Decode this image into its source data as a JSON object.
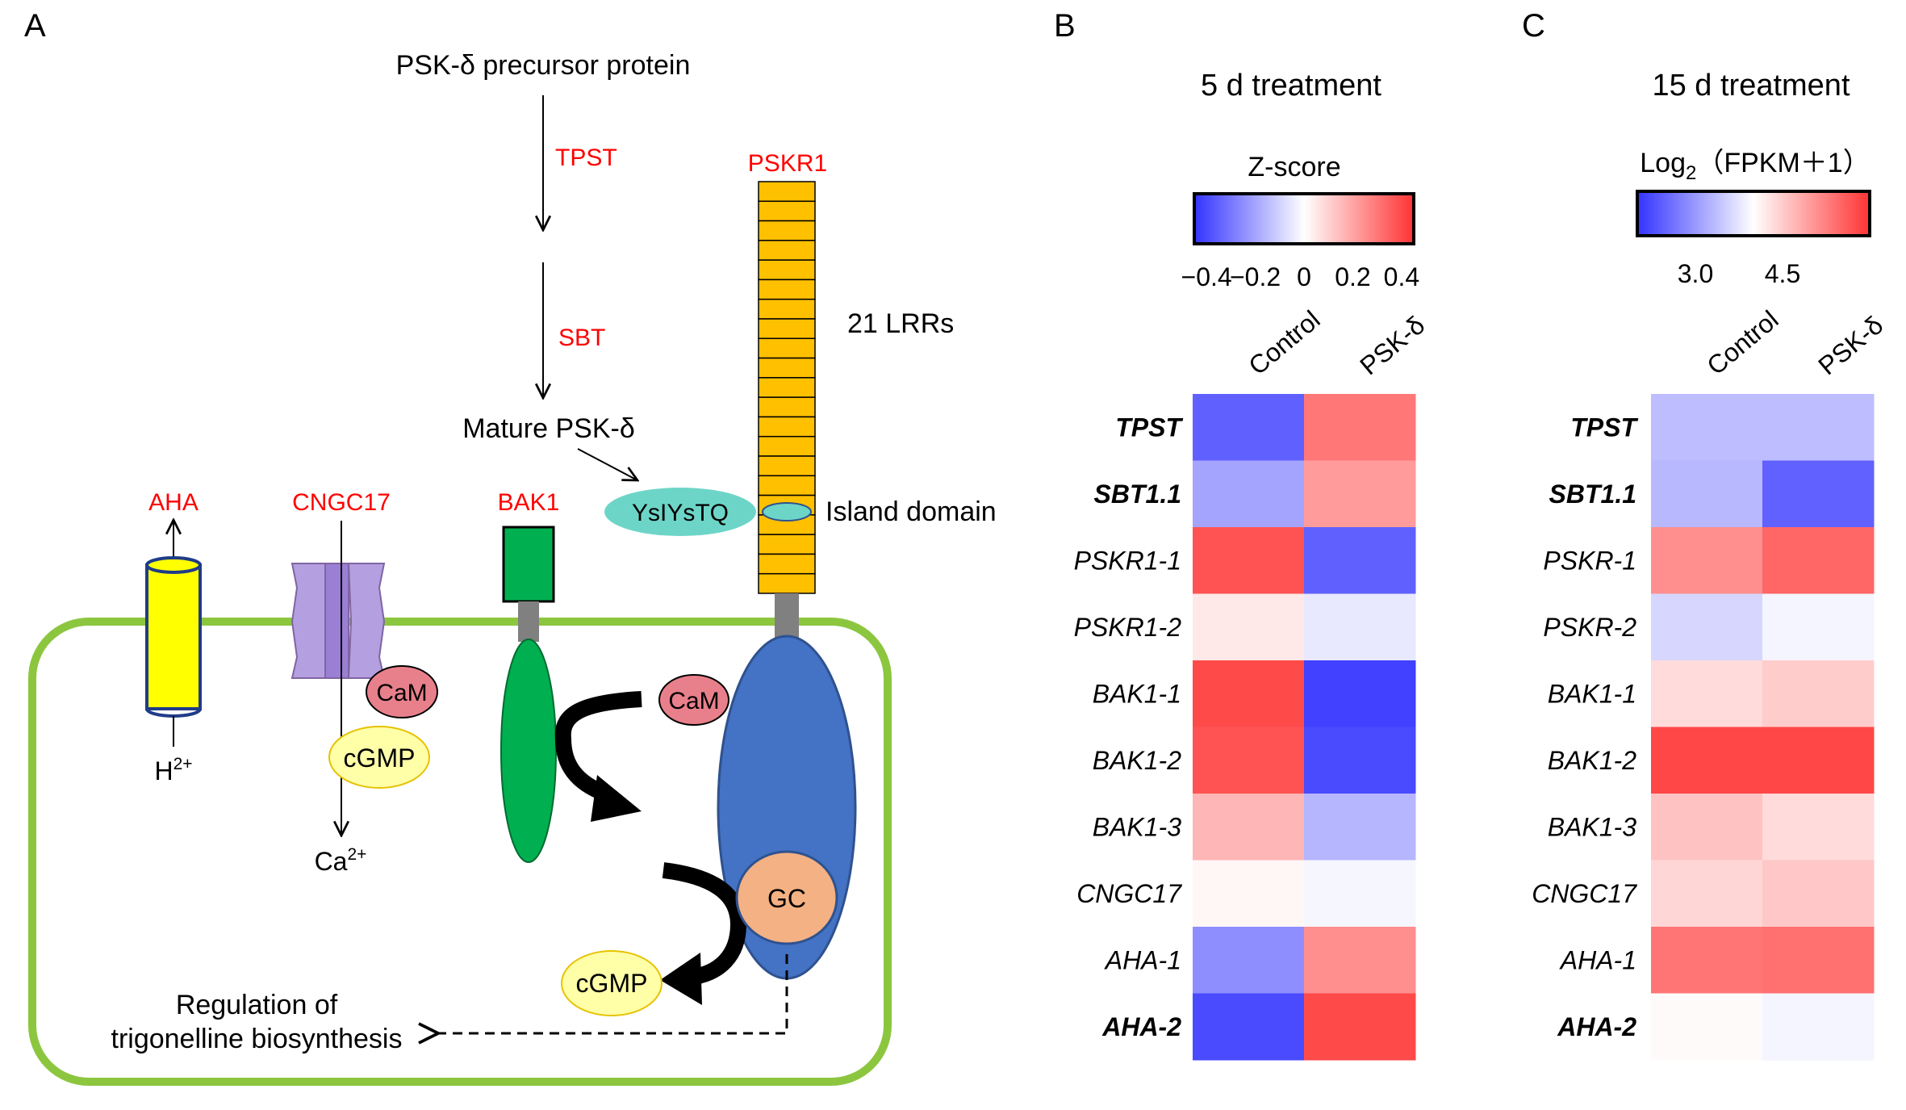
{
  "panel_a": {
    "label": "A",
    "precursor": "PSK-δ precursor protein",
    "tpst": "TPST",
    "sbt": "SBT",
    "mature": "Mature PSK-δ",
    "pskr1": "PSKR1",
    "lrr_count": "21 LRRs",
    "motif": "YsIYsTQ",
    "island": "Island domain",
    "aha": "AHA",
    "cngc17": "CNGC17",
    "bak1": "BAK1",
    "cam": "CaM",
    "cgmp": "cGMP",
    "gc": "GC",
    "h_ion": "H",
    "h_sup": "2+",
    "ca_ion": "Ca",
    "ca_sup": "2+",
    "regulation_line1": "Regulation of",
    "regulation_line2": "trigonelline biosynthesis",
    "colors": {
      "red_label": "#ff0000",
      "cell_border": "#8cc63f",
      "receptor_body": "#4472c4",
      "lrr": "#ffc000",
      "bak1": "#00b050",
      "island": "#6dd5c7",
      "cam": "#e8808c",
      "cgmp": "#ffffa8",
      "gc": "#f4b183",
      "aha": "#ffff00",
      "cngc": "#b4a0e0"
    }
  },
  "panel_b": {
    "label": "B",
    "title": "5 d treatment",
    "scale_title": "Z-score",
    "scale_ticks": [
      "−0.4",
      "−0.2",
      "0",
      "0.2",
      "0.4"
    ],
    "columns": [
      "Control",
      "PSK-δ"
    ],
    "genes": [
      "TPST",
      "SBT1.1",
      "PSKR1-1",
      "PSKR1-2",
      "BAK1-1",
      "BAK1-2",
      "BAK1-3",
      "CNGC17",
      "AHA-1",
      "AHA-2"
    ],
    "bold_genes": [
      true,
      true,
      false,
      false,
      false,
      false,
      false,
      false,
      false,
      true
    ]
  },
  "panel_c": {
    "label": "C",
    "title": "15 d treatment",
    "scale_title_pre": "Log",
    "scale_title_sub": "2",
    "scale_title_post": "（FPKM＋1）",
    "scale_ticks": [
      "3.0",
      "4.5"
    ],
    "columns": [
      "Control",
      "PSK-δ"
    ],
    "genes": [
      "TPST",
      "SBT1.1",
      "PSKR-1",
      "PSKR-2",
      "BAK1-1",
      "BAK1-2",
      "BAK1-3",
      "CNGC17",
      "AHA-1",
      "AHA-2"
    ],
    "bold_genes": [
      true,
      true,
      false,
      false,
      false,
      false,
      false,
      false,
      false,
      true
    ]
  },
  "chart_data": [
    {
      "type": "heatmap",
      "title": "5 d treatment",
      "colorbar_label": "Z-score",
      "colorbar_range": [
        -0.45,
        0.45
      ],
      "colormap": [
        "#3333ff",
        "#ffffff",
        "#ff3333"
      ],
      "x": [
        "Control",
        "PSK-δ"
      ],
      "y": [
        "TPST",
        "SBT1.1",
        "PSKR1-1",
        "PSKR1-2",
        "BAK1-1",
        "BAK1-2",
        "BAK1-3",
        "CNGC17",
        "AHA-1",
        "AHA-2"
      ],
      "values": [
        [
          -0.35,
          0.3
        ],
        [
          -0.2,
          0.22
        ],
        [
          0.38,
          -0.35
        ],
        [
          0.05,
          -0.05
        ],
        [
          0.4,
          -0.42
        ],
        [
          0.38,
          -0.4
        ],
        [
          0.16,
          -0.16
        ],
        [
          0.02,
          -0.02
        ],
        [
          -0.25,
          0.25
        ],
        [
          -0.4,
          0.4
        ]
      ]
    },
    {
      "type": "heatmap",
      "title": "15 d treatment",
      "colorbar_label": "Log2(FPKM+1)",
      "colorbar_range": [
        2.0,
        6.0
      ],
      "colormap": [
        "#3333ff",
        "#ffffff",
        "#ff3333"
      ],
      "x": [
        "Control",
        "PSK-δ"
      ],
      "y": [
        "TPST",
        "SBT1.1",
        "PSKR-1",
        "PSKR-2",
        "BAK1-1",
        "BAK1-2",
        "BAK1-3",
        "CNGC17",
        "AHA-1",
        "AHA-2"
      ],
      "values": [
        [
          3.35,
          3.35
        ],
        [
          3.3,
          2.45
        ],
        [
          5.1,
          5.5
        ],
        [
          3.6,
          3.9
        ],
        [
          4.35,
          4.5
        ],
        [
          5.8,
          5.8
        ],
        [
          4.6,
          4.35
        ],
        [
          4.4,
          4.55
        ],
        [
          5.35,
          5.4
        ],
        [
          4.05,
          3.9
        ]
      ]
    }
  ]
}
